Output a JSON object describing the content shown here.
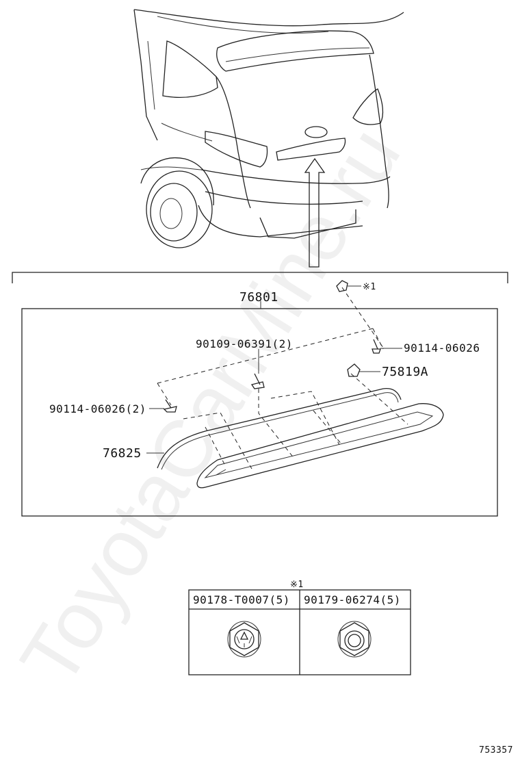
{
  "watermark": "ToyotaCarMine.ru",
  "assembly": {
    "part_number": "76801"
  },
  "callouts": {
    "clip_note": "※1",
    "screw_upper": "90114-06026",
    "bolt_center": "90109-06391(2)",
    "clip_right": "75819A",
    "screw_left": "90114-06026(2)",
    "seal": "76825"
  },
  "fastener_table": {
    "note": "※1",
    "columns": [
      {
        "part": "90178-T0007(5)",
        "icon": "nut-with-tabs-icon"
      },
      {
        "part": "90179-06274(5)",
        "icon": "round-nut-icon"
      }
    ]
  },
  "diagram_id": "753357"
}
